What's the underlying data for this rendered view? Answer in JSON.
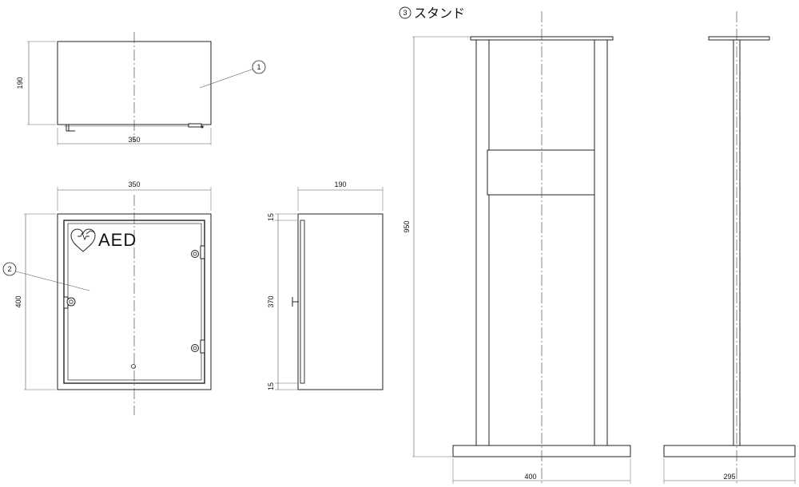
{
  "stand_title": {
    "number": "3",
    "label": "スタンド"
  },
  "callouts": {
    "one": "1",
    "two": "2"
  },
  "cabinet_label": "AED",
  "dimensions": {
    "top_view_depth": "190",
    "top_view_width": "350",
    "front_view_width": "350",
    "front_view_height": "400",
    "side_view_depth": "190",
    "side_view_top_frame": "15",
    "side_view_inner": "370",
    "side_view_bottom_frame": "15",
    "stand_height": "950",
    "stand_front_width": "400",
    "stand_side_width": "295"
  }
}
